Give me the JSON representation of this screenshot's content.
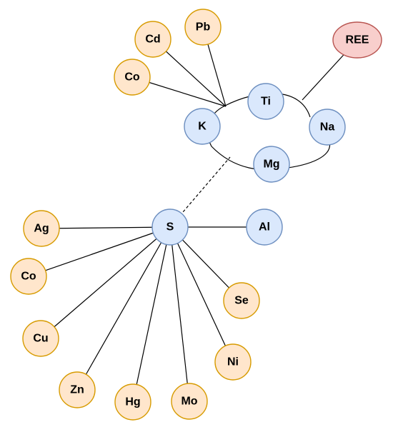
{
  "colors": {
    "orange_fill": "#FFE6CC",
    "orange_stroke": "#D79B00",
    "blue_fill": "#DAE8FC",
    "blue_stroke": "#6C8EBF",
    "red_fill": "#F8CECC",
    "red_stroke": "#B85450"
  },
  "nodes": [
    {
      "id": "REE",
      "label": "REE",
      "color": "red"
    },
    {
      "id": "Pb",
      "label": "Pb",
      "color": "orange"
    },
    {
      "id": "Cd",
      "label": "Cd",
      "color": "orange"
    },
    {
      "id": "Co1",
      "label": "Co",
      "color": "orange"
    },
    {
      "id": "Ti",
      "label": "Ti",
      "color": "blue"
    },
    {
      "id": "K",
      "label": "K",
      "color": "blue"
    },
    {
      "id": "Na",
      "label": "Na",
      "color": "blue"
    },
    {
      "id": "Mg",
      "label": "Mg",
      "color": "blue"
    },
    {
      "id": "S",
      "label": "S",
      "color": "blue"
    },
    {
      "id": "Al",
      "label": "Al",
      "color": "blue"
    },
    {
      "id": "Ag",
      "label": "Ag",
      "color": "orange"
    },
    {
      "id": "Co2",
      "label": "Co",
      "color": "orange"
    },
    {
      "id": "Se",
      "label": "Se",
      "color": "orange"
    },
    {
      "id": "Cu",
      "label": "Cu",
      "color": "orange"
    },
    {
      "id": "Ni",
      "label": "Ni",
      "color": "orange"
    },
    {
      "id": "Zn",
      "label": "Zn",
      "color": "orange"
    },
    {
      "id": "Hg",
      "label": "Hg",
      "color": "orange"
    },
    {
      "id": "Mo",
      "label": "Mo",
      "color": "orange"
    }
  ],
  "edges": [
    {
      "from": "Cd",
      "to": "K-Mg-Na-Ti loop",
      "style": "solid"
    },
    {
      "from": "Pb",
      "to": "K-Mg-Na-Ti loop",
      "style": "solid"
    },
    {
      "from": "Co1",
      "to": "K-Mg-Na-Ti loop",
      "style": "solid"
    },
    {
      "from": "REE",
      "to": "K-Mg-Na-Ti loop",
      "style": "solid"
    },
    {
      "from": "S",
      "to": "K-Mg-Na-Ti loop",
      "style": "dashed"
    },
    {
      "from": "S",
      "to": "Al",
      "style": "solid"
    },
    {
      "from": "S",
      "to": "Ag",
      "style": "solid"
    },
    {
      "from": "S",
      "to": "Co2",
      "style": "solid"
    },
    {
      "from": "S",
      "to": "Cu",
      "style": "solid"
    },
    {
      "from": "S",
      "to": "Zn",
      "style": "solid"
    },
    {
      "from": "S",
      "to": "Hg",
      "style": "solid"
    },
    {
      "from": "S",
      "to": "Mo",
      "style": "solid"
    },
    {
      "from": "S",
      "to": "Ni",
      "style": "solid"
    },
    {
      "from": "S",
      "to": "Se",
      "style": "solid"
    }
  ]
}
